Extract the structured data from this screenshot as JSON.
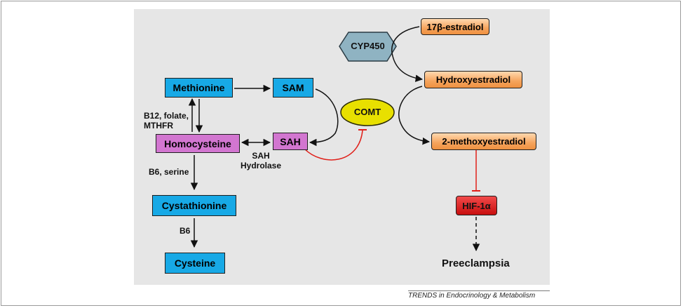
{
  "nodes": {
    "methionine": "Methionine",
    "sam": "SAM",
    "homocysteine": "Homocysteine",
    "sah": "SAH",
    "cystathionine": "Cystathionine",
    "cysteine": "Cysteine",
    "cyp450": "CYP450",
    "comt": "COMT",
    "estradiol": "17β-estradiol",
    "hydroxyestradiol": "Hydroxyestradiol",
    "methoxyestradiol": "2-methoxyestradiol",
    "hif": "HIF-1α",
    "preeclampsia": "Preeclampsia"
  },
  "labels": {
    "b12_line1": "B12, folate,",
    "b12_line2": "MTHFR",
    "sah_hydrolase_line1": "SAH",
    "sah_hydrolase_line2": "Hydrolase",
    "b6_serine": "B6, serine",
    "b6": "B6"
  },
  "credit": {
    "journal_prefix": "TRENDS",
    "journal_rest": " in Endocrinology & Metabolism"
  },
  "colors": {
    "metabolite_blue": "#17a9e6",
    "metabolite_pink": "#d276d0",
    "estrogen_orange": "#f5a35c",
    "enzyme_yellow": "#e8e000",
    "cyp_blue": "#8fb3c2",
    "hif_red": "#d41c1c",
    "inhibition_red": "#e0201a"
  }
}
